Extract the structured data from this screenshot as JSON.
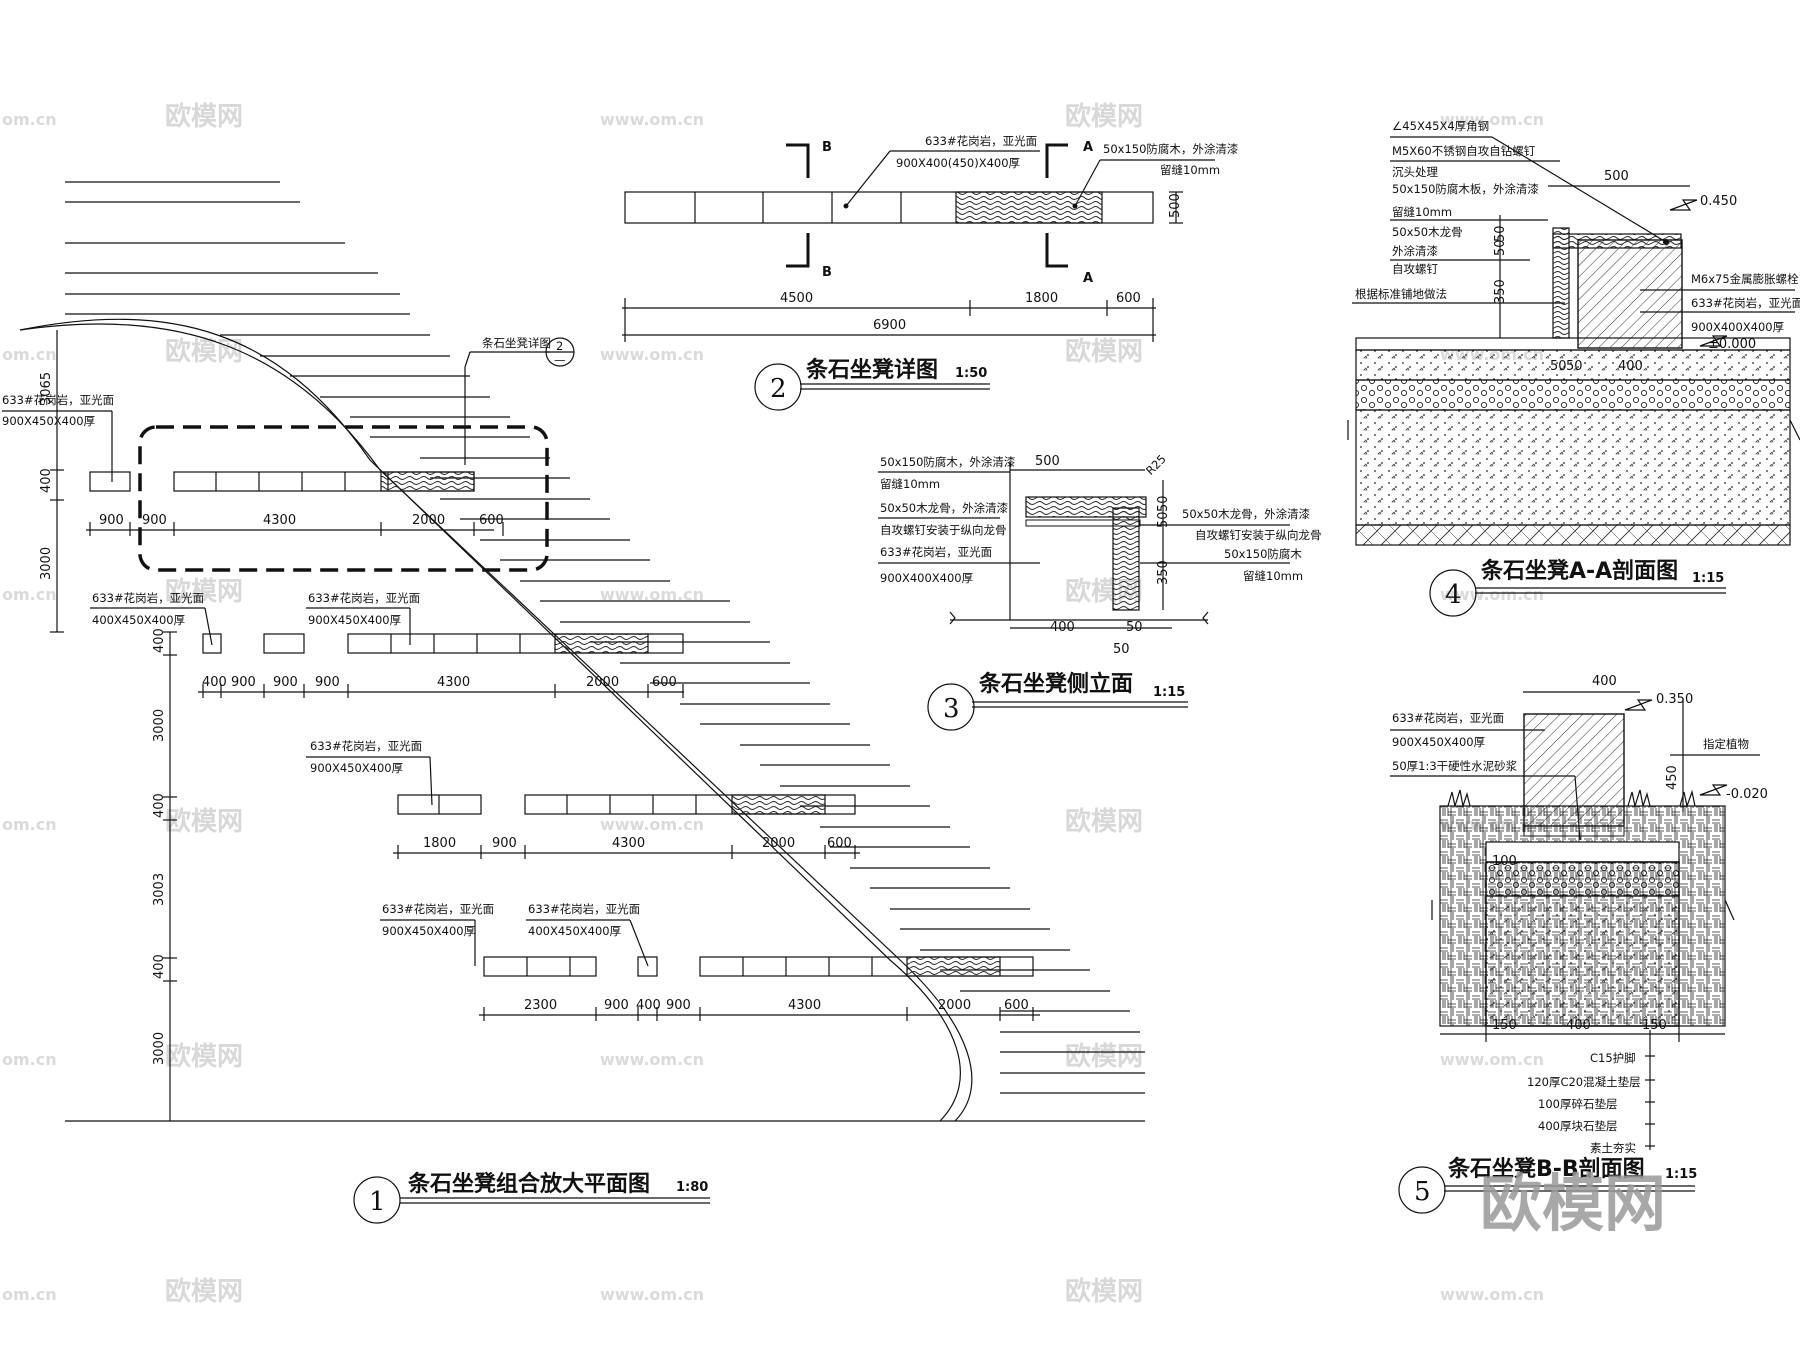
{
  "plan": {
    "title": "条石坐凳组合放大平面图",
    "scale": "1:80",
    "number": "1",
    "ref_note": "条石坐凳详图",
    "ref_num": "2",
    "ref_dash": "—",
    "vdims": [
      "3065",
      "400",
      "3000",
      "400",
      "3000",
      "400",
      "3003",
      "400",
      "3000"
    ],
    "row1": {
      "label": "633#花岗岩，亚光面",
      "size": "900X450X400厚",
      "dims": [
        "900",
        "900",
        "4300",
        "2000",
        "600"
      ]
    },
    "row2": {
      "label_a": "633#花岗岩，亚光面",
      "size_a": "400X450X400厚",
      "label_b": "633#花岗岩，亚光面",
      "size_b": "900X450X400厚",
      "dims": [
        "400",
        "900",
        "900",
        "900",
        "4300",
        "2000",
        "600"
      ]
    },
    "row3": {
      "label": "633#花岗岩，亚光面",
      "size": "900X450X400厚",
      "dims": [
        "1800",
        "900",
        "4300",
        "2000",
        "600"
      ]
    },
    "row4": {
      "label_a": "633#花岗岩，亚光面",
      "size_a": "900X450X400厚",
      "label_b": "633#花岗岩，亚光面",
      "size_b": "400X450X400厚",
      "dims": [
        "2300",
        "900",
        "400",
        "900",
        "4300",
        "2000",
        "600"
      ]
    }
  },
  "detail": {
    "title": "条石坐凳详图",
    "scale": "1:50",
    "number": "2",
    "note_stone": "633#花岗岩，亚光面",
    "note_stone_size": "900X400(450)X400厚",
    "note_wood": "50x150防腐木，外涂清漆",
    "note_gap": "留缝10mm",
    "marker_a": "A",
    "marker_b": "B",
    "dim_height": "500",
    "dims": [
      "4500",
      "1800",
      "600"
    ],
    "dim_total": "6900"
  },
  "elevation": {
    "title": "条石坐凳侧立面",
    "scale": "1:15",
    "number": "3",
    "notes_left": [
      "50x150防腐木，外涂清漆",
      "留缝10mm",
      "50x50木龙骨，外涂清漆",
      "自攻螺钉安装于纵向龙骨",
      "633#花岗岩，亚光面",
      "900X400X400厚"
    ],
    "notes_right": [
      "50x50木龙骨，外涂清漆",
      "自攻螺钉安装于纵向龙骨",
      "50x150防腐木",
      "留缝10mm"
    ],
    "dim_top": "500",
    "radius": "R25",
    "dims_v": [
      "50",
      "50",
      "350"
    ],
    "dims_bottom": [
      "400",
      "50",
      "50"
    ]
  },
  "section_a": {
    "title": "条石坐凳A-A剖面图",
    "scale": "1:15",
    "number": "4",
    "notes_left": [
      "∠45X45X4厚角钢",
      "M5X60不锈钢自攻自钻螺钉",
      "沉头处理",
      "50x150防腐木板，外涂清漆",
      "留缝10mm",
      "50x50木龙骨",
      "外涂清漆",
      "自攻螺钉",
      "根据标准铺地做法"
    ],
    "notes_right": [
      "M6x75金属膨胀螺栓",
      "633#花岗岩，亚光面",
      "900X400X400厚"
    ],
    "dim_top": "500",
    "elev_top": "0.450",
    "elev_base": "±0.000",
    "dims_v": [
      "50",
      "50",
      "350"
    ],
    "dims_bottom": [
      "50",
      "50",
      "400"
    ]
  },
  "section_b": {
    "title": "条石坐凳B-B剖面图",
    "scale": "1:15",
    "number": "5",
    "notes_left": [
      "633#花岗岩，亚光面",
      "900X450X400厚",
      "50厚1:3干硬性水泥砂浆"
    ],
    "note_plant": "指定植物",
    "dim_top": "400",
    "elev_top": "0.350",
    "elev_ground": "-0.020",
    "dim_v": "450",
    "dim_inner": "100",
    "dims_bottom": [
      "150",
      "400",
      "150"
    ],
    "layers": [
      "C15护脚",
      "120厚C20混凝土垫层",
      "100厚碎石垫层",
      "400厚块石垫层",
      "素土夯实"
    ]
  },
  "watermarks": [
    "欧模网",
    "www.om.cn",
    "om.cn"
  ]
}
